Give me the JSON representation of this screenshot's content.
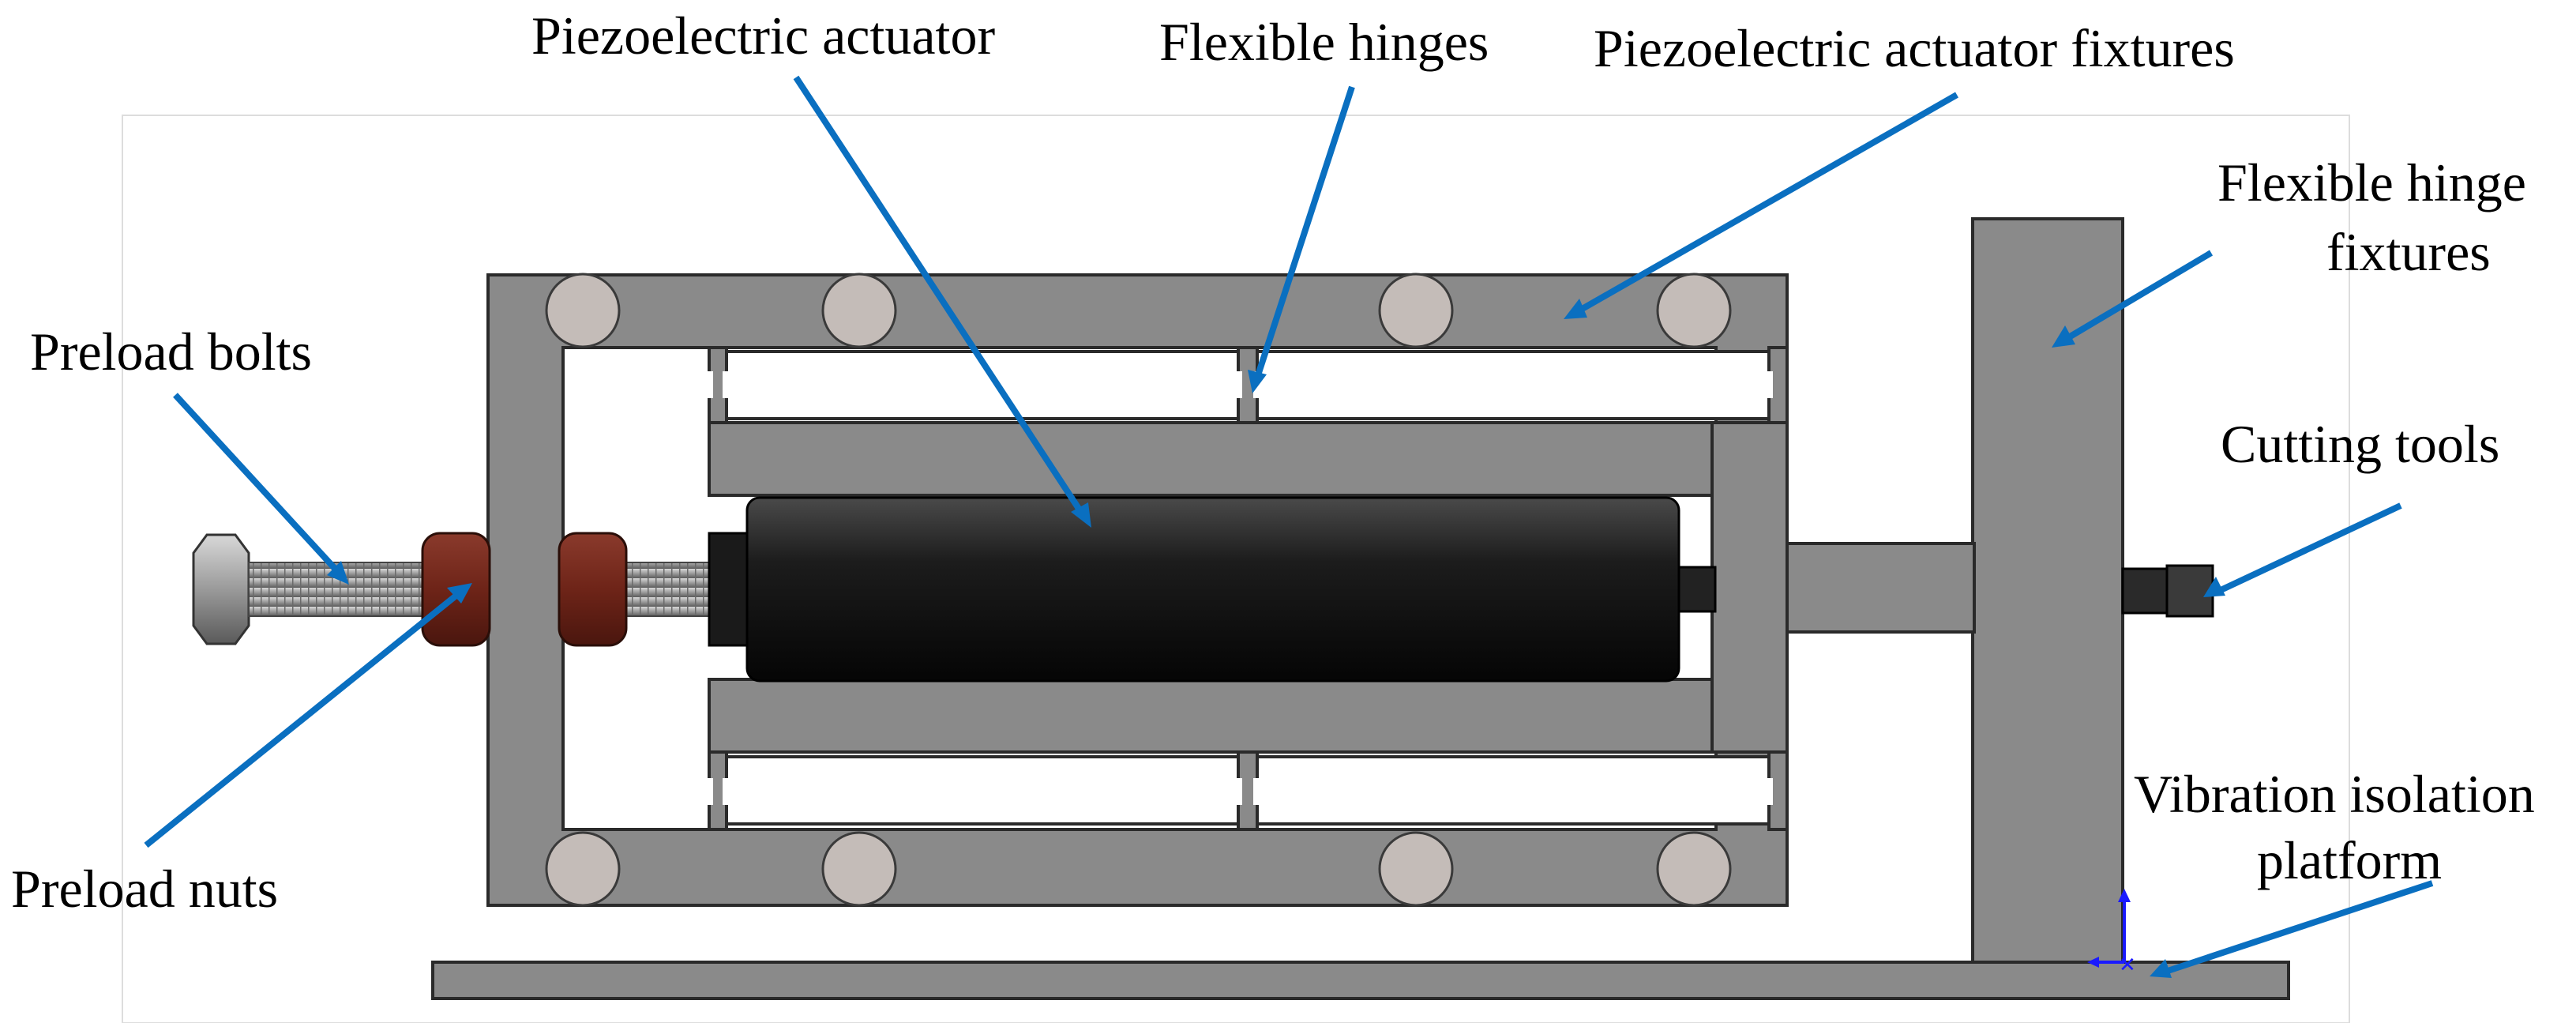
{
  "labels": {
    "piezoelectric_actuator": "Piezoelectric actuator",
    "flexible_hinges": "Flexible hinges",
    "piezoelectric_actuator_fixtures": "Piezoelectric actuator fixtures",
    "flexible_hinge_fixtures_line1": "Flexible hinge",
    "flexible_hinge_fixtures_line2": "fixtures",
    "preload_bolts": "Preload bolts",
    "cutting_tools": "Cutting tools",
    "preload_nuts": "Preload nuts",
    "vibration_isolation_platform_line1": "Vibration isolation",
    "vibration_isolation_platform_line2": "platform"
  },
  "colors": {
    "arrow": "#0a6fc0",
    "frame_gray": "#8a8a8a",
    "nut_red": "#7a2a1e",
    "actuator_black": "#151515",
    "bolt_disc": "#c4bcb8"
  }
}
